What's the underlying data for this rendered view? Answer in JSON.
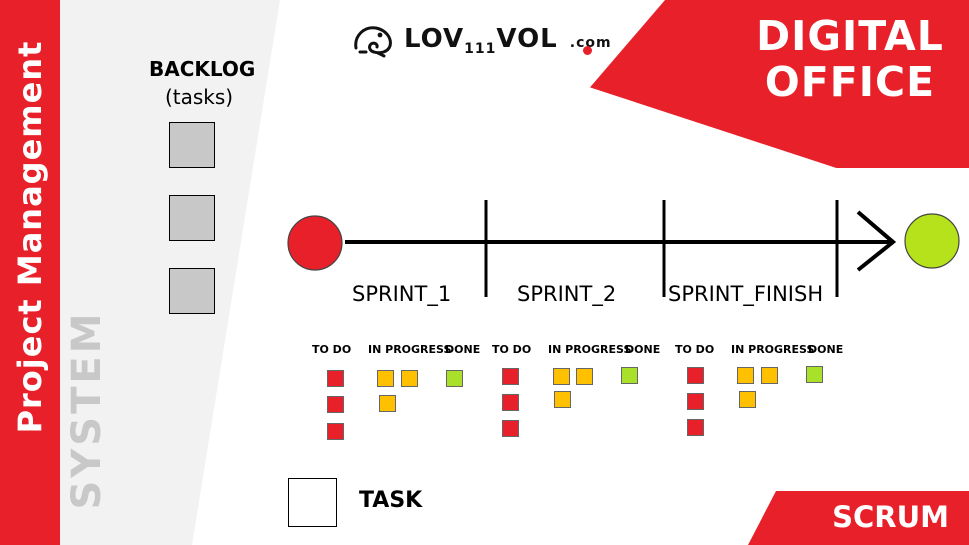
{
  "sidebar": {
    "vertical_title": "Project Management",
    "watermark": "SYSTEM"
  },
  "logo": {
    "prefix": "LOV",
    "number": "111",
    "suffix": "VOL",
    "domain": ".com"
  },
  "banner": {
    "line1": "DIGITAL",
    "line2": "OFFICE"
  },
  "corner_badge": {
    "label": "SCRUM"
  },
  "backlog": {
    "title": "BACKLOG",
    "subtitle": "(tasks)",
    "task_count": 3
  },
  "timeline": {
    "start_color": "#e8202a",
    "end_color": "#b5e21b",
    "sprints": [
      "SPRINT_1",
      "SPRINT_2",
      "SPRINT_FINISH"
    ]
  },
  "boards": [
    {
      "columns": [
        "TO DO",
        "IN PROGRESS",
        "DONE"
      ],
      "todo": 3,
      "in_progress": 3,
      "done": 1
    },
    {
      "columns": [
        "TO DO",
        "IN PROGRESS",
        "DONE"
      ],
      "todo": 3,
      "in_progress": 3,
      "done": 1
    },
    {
      "columns": [
        "TO DO",
        "IN PROGRESS",
        "DONE"
      ],
      "todo": 3,
      "in_progress": 3,
      "done": 1
    }
  ],
  "legend": {
    "label": "TASK"
  },
  "colors": {
    "accent": "#e8202a",
    "todo": "#e8202a",
    "in_progress": "#ffc000",
    "done": "#a9e02a",
    "backlog_task": "#c8c8c8"
  }
}
